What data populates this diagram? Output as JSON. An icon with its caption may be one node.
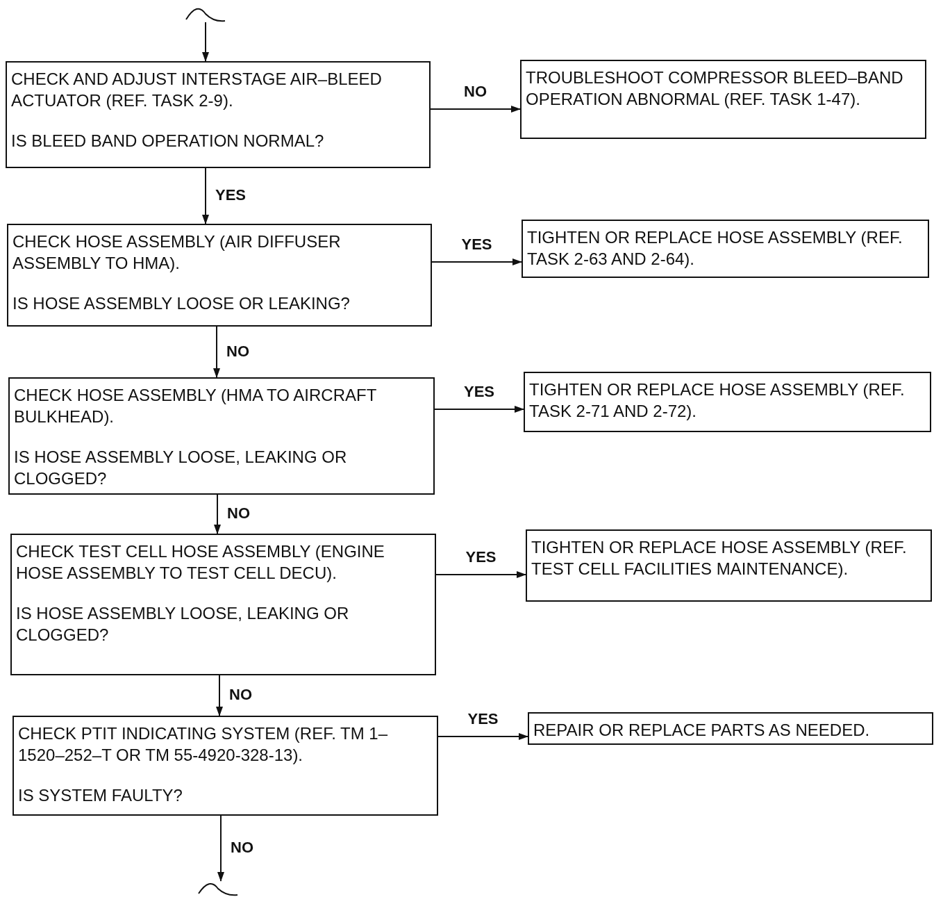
{
  "diagram": {
    "nodes": [
      {
        "text": [
          "CHECK AND ADJUST INTERSTAGE AIR–BLEED ACTUATOR (REF. TASK 2-9).",
          "IS BLEED BAND OPERATION NORMAL?"
        ]
      },
      {
        "text": [
          "TROUBLESHOOT COMPRESSOR BLEED–BAND OPERATION ABNORMAL (REF. TASK 1-47)."
        ]
      },
      {
        "text": [
          "CHECK HOSE ASSEMBLY (AIR DIFFUSER ASSEMBLY TO HMA).",
          "IS HOSE ASSEMBLY LOOSE OR LEAKING?"
        ]
      },
      {
        "text": [
          "TIGHTEN OR REPLACE HOSE ASSEMBLY (REF. TASK 2-63 AND 2-64)."
        ]
      },
      {
        "text": [
          "CHECK HOSE ASSEMBLY (HMA TO AIRCRAFT BULKHEAD).",
          "IS HOSE ASSEMBLY LOOSE, LEAKING OR CLOGGED?"
        ]
      },
      {
        "text": [
          "TIGHTEN OR REPLACE HOSE ASSEMBLY (REF. TASK 2-71 AND 2-72)."
        ]
      },
      {
        "text": [
          "CHECK TEST CELL HOSE ASSEMBLY (ENGINE HOSE ASSEMBLY TO TEST CELL DECU).",
          "IS HOSE ASSEMBLY LOOSE, LEAKING OR CLOGGED?"
        ]
      },
      {
        "text": [
          "TIGHTEN OR REPLACE HOSE ASSEMBLY (REF. TEST CELL FACILITIES MAINTENANCE)."
        ]
      },
      {
        "text": [
          "CHECK PTIT INDICATING SYSTEM (REF. TM 1–1520–252–T OR TM 55-4920-328-13).",
          "IS SYSTEM FAULTY?"
        ]
      },
      {
        "text": [
          "REPAIR OR REPLACE PARTS AS NEEDED."
        ]
      },
      {
        "text": [],
        "shape": "curve"
      },
      {
        "text": [],
        "shape": "curve"
      }
    ],
    "edges": [
      {
        "from": 10,
        "to": 0,
        "arrow": "to"
      },
      {
        "from": 0,
        "to": 1,
        "arrow": "to",
        "label": "NO"
      },
      {
        "from": 0,
        "to": 2,
        "arrow": "to",
        "label": "YES"
      },
      {
        "from": 2,
        "to": 3,
        "arrow": "to",
        "label": "YES"
      },
      {
        "from": 2,
        "to": 4,
        "arrow": "to",
        "label": "NO"
      },
      {
        "from": 4,
        "to": 5,
        "arrow": "to",
        "label": "YES"
      },
      {
        "from": 4,
        "to": 6,
        "arrow": "to",
        "label": "NO"
      },
      {
        "from": 6,
        "to": 7,
        "arrow": "to",
        "label": "YES"
      },
      {
        "from": 6,
        "to": 8,
        "arrow": "to",
        "label": "NO"
      },
      {
        "from": 8,
        "to": 9,
        "arrow": "to",
        "label": "YES"
      },
      {
        "from": 8,
        "to": 11,
        "arrow": "to",
        "label": "NO"
      }
    ]
  }
}
